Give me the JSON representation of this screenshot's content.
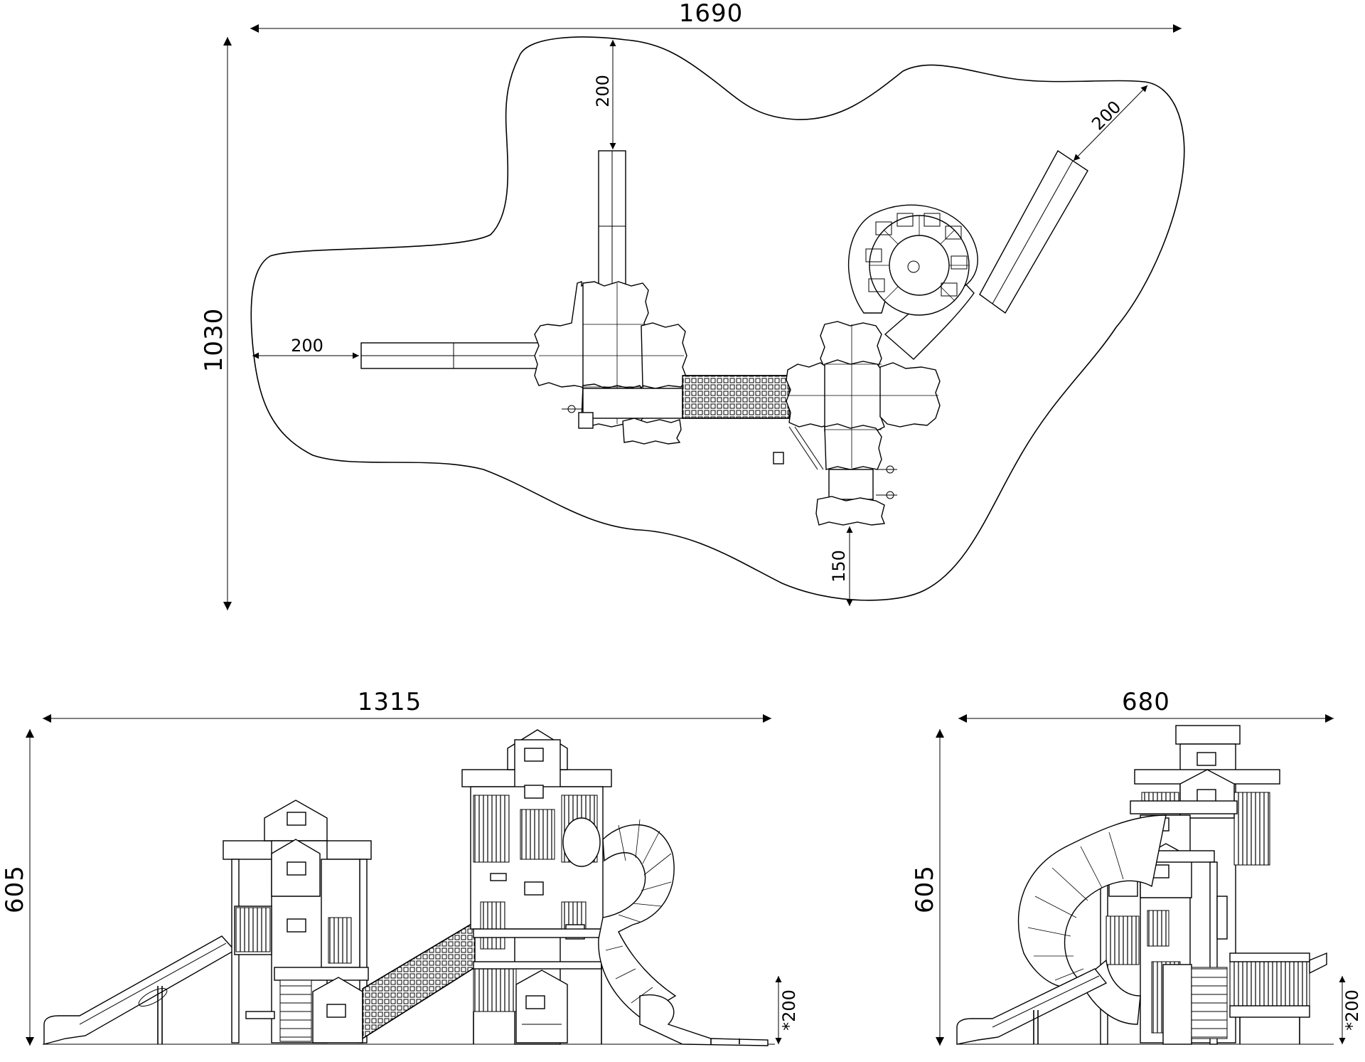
{
  "dimensions": {
    "plan_width": "1690",
    "plan_height": "1030",
    "plan_clearance_top": "200",
    "plan_clearance_left": "200",
    "plan_clearance_slide": "200",
    "plan_clearance_bottom": "150",
    "front_width": "1315",
    "front_height": "605",
    "front_clearance": "*200",
    "side_width": "680",
    "side_height": "605",
    "side_clearance": "*200"
  }
}
